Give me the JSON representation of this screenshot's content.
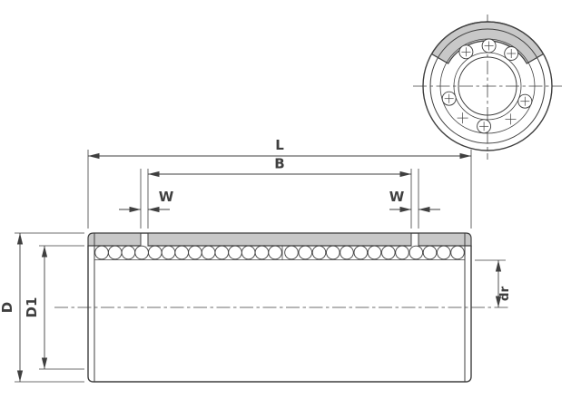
{
  "labels": {
    "L": "L",
    "B": "B",
    "W_left": "W",
    "W_right": "W",
    "D": "D",
    "D1": "D1",
    "dr": "dr"
  },
  "colors": {
    "line": "#3f3f3f",
    "shell_fill": "#c8c8c8",
    "background": "#ffffff"
  }
}
